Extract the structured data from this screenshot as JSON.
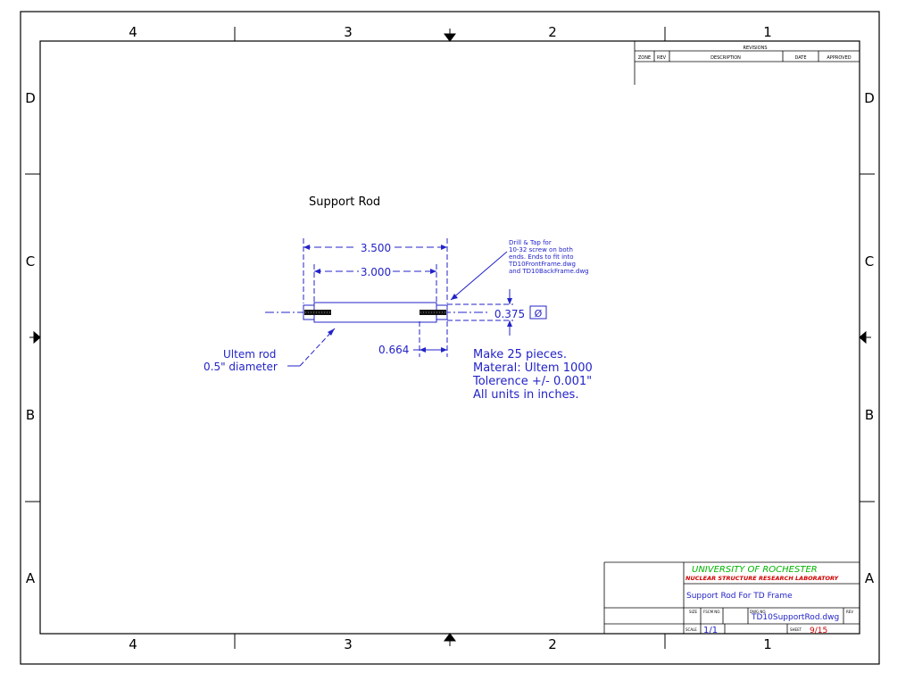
{
  "colors": {
    "frame": "#000000",
    "drawing": "#2323c8",
    "university": "#00b400",
    "lab": "#d20000",
    "sheet_number": "#d20000"
  },
  "zones": {
    "columns": [
      "4",
      "3",
      "2",
      "1"
    ],
    "rows": [
      "D",
      "C",
      "B",
      "A"
    ]
  },
  "revisions": {
    "title": "REVISIONS",
    "headers": [
      "ZONE",
      "REV",
      "DESCRIPTION",
      "DATE",
      "APPROVED"
    ]
  },
  "drawing": {
    "title": "Support Rod",
    "dim_overall": "3.500",
    "dim_inner": "3.000",
    "dim_diameter": "0.375",
    "diameter_symbol": "Ø",
    "dim_offset": "0.664",
    "drill_note": [
      "Drill & Tap for",
      "10-32 screw on both",
      "ends. Ends to fit into",
      "TD10FrontFrame.dwg",
      "and TD10BackFrame.dwg"
    ],
    "rod_note": [
      "Ultem rod",
      "0.5\" diameter"
    ],
    "spec_notes": [
      "Make 25 pieces.",
      "Materal: Ultem 1000",
      "Tolerence +/- 0.001\"",
      "All units in inches."
    ]
  },
  "title_block": {
    "university": "UNIVERSITY OF ROCHESTER",
    "lab": "NUCLEAR STRUCTURE RESEARCH LABORATORY",
    "drawing_title": "Support Rod For TD Frame",
    "size_label": "SIZE",
    "fscm_label": "FSCM NO.",
    "dwg_label": "DWG NO.",
    "rev_label": "REV",
    "scale_label": "SCALE",
    "scale_value": "1/1",
    "dwg_no": "TD10SupportRod.dwg",
    "sheet_label": "SHEET",
    "sheet_value": "9/15"
  }
}
